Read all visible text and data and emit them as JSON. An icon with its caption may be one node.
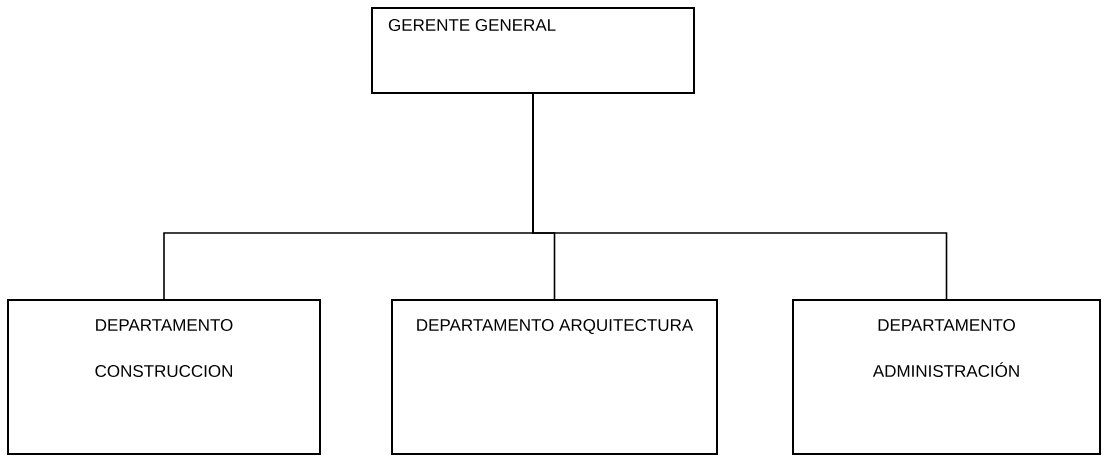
{
  "diagram": {
    "nodes": [
      {
        "text": [
          "GERENTE GENERAL"
        ]
      },
      {
        "text": [
          "DEPARTAMENTO CONSTRUCCION"
        ]
      },
      {
        "text": [
          "DEPARTAMENTO ARQUITECTURA"
        ]
      },
      {
        "text": [
          "DEPARTAMENTO ADMINISTRACIÓN"
        ]
      }
    ],
    "edges": [
      {
        "from": 0,
        "to": 1,
        "arrow": "none"
      },
      {
        "from": 0,
        "to": 2,
        "arrow": "none"
      },
      {
        "from": 0,
        "to": 3,
        "arrow": "none"
      }
    ]
  }
}
